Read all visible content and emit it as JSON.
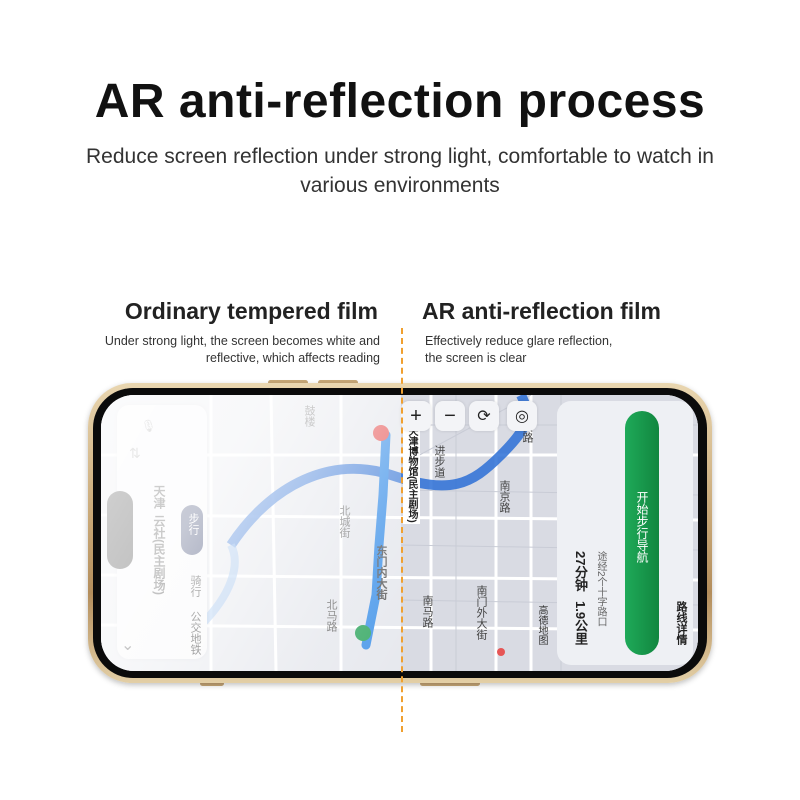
{
  "header": {
    "title": "AR anti-reflection process",
    "subtitle": "Reduce screen reflection under strong light, comfortable to watch in various environments"
  },
  "comparison": {
    "left": {
      "label": "Ordinary tempered film",
      "description_line1": "Under strong light, the screen becomes white and",
      "description_line2": "reflective, which affects reading"
    },
    "right": {
      "label": "AR anti-reflection film",
      "description_line1": "Effectively reduce glare reflection,",
      "description_line2": "the screen is clear"
    }
  },
  "map_app": {
    "origin": "天津",
    "destination": "云社(民主剧场)",
    "mode_walk": "步行",
    "mode_ride": "骑行",
    "mode_transit": "公交地铁",
    "time": "27分钟",
    "distance": "1.9公里",
    "route_note": "途经2个十字路口",
    "start_nav": "开始步行导航",
    "route_detail": "路线详情",
    "gaode": "高德地图",
    "poi_tianjin": "天津博物馆(民主剧场)",
    "street_1": "南马路",
    "street_2": "南门外大街",
    "street_3": "北马路",
    "street_4": "东门内大街",
    "street_5": "进步道",
    "street_6": "兴安路",
    "street_7": "南京路",
    "street_8": "北城街",
    "street_9": "鼓楼"
  },
  "colors": {
    "accent_orange": "#f0a030",
    "nav_green": "#1faa59",
    "route_blue": "#3a8fe8",
    "river_blue": "#2b6fd6",
    "phone_gold": "#c9a877"
  }
}
